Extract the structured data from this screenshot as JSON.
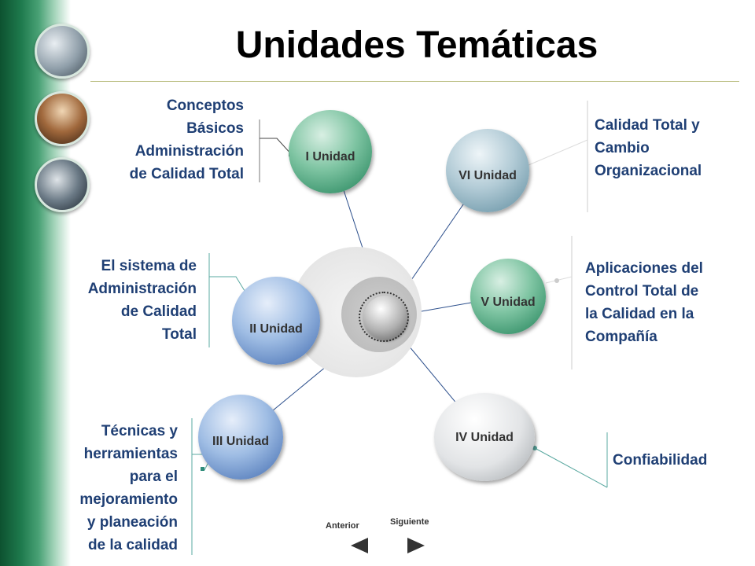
{
  "title": "Unidades Temáticas",
  "units": {
    "u1": "I Unidad",
    "u2": "II Unidad",
    "u3": "III Unidad",
    "u4": "IV Unidad",
    "u5": "V Unidad",
    "u6": "VI Unidad"
  },
  "topics": {
    "u1": [
      "Conceptos",
      "Básicos",
      "Administración",
      "de Calidad Total"
    ],
    "u2": [
      "El sistema de",
      "Administración",
      "de Calidad",
      "Total"
    ],
    "u3": [
      "Técnicas y",
      "herramientas",
      "para el",
      "mejoramiento",
      "y planeación",
      "de la calidad"
    ],
    "u4": [
      "Confiabilidad"
    ],
    "u5": [
      "Aplicaciones del",
      "Control Total de",
      "la Calidad en la",
      "Compañía"
    ],
    "u6": [
      "Calidad Total y",
      "Cambio",
      "Organizacional"
    ]
  },
  "nav": {
    "prev_label": "Anterior",
    "next_label": "Siguiente"
  },
  "colors": {
    "topic_text": "#1f3f74",
    "sidebar": "#1e7a4d"
  }
}
